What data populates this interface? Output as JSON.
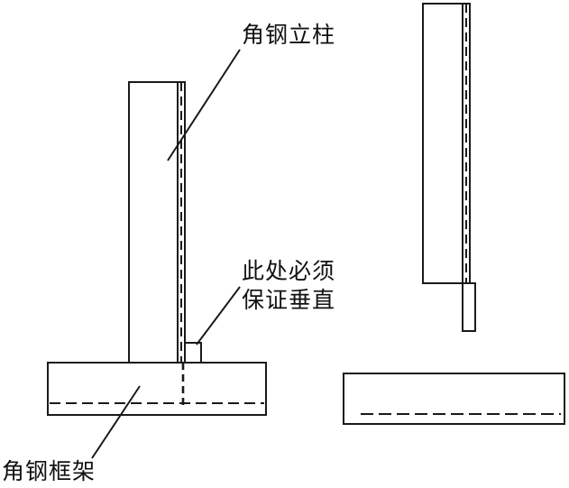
{
  "labels": {
    "angle_post": "角钢立柱",
    "must_be_vertical_line1": "此处必须",
    "must_be_vertical_line2": "保证垂直",
    "angle_frame": "角钢框架"
  },
  "colors": {
    "line": "#1a1a1a",
    "background": "#ffffff"
  }
}
